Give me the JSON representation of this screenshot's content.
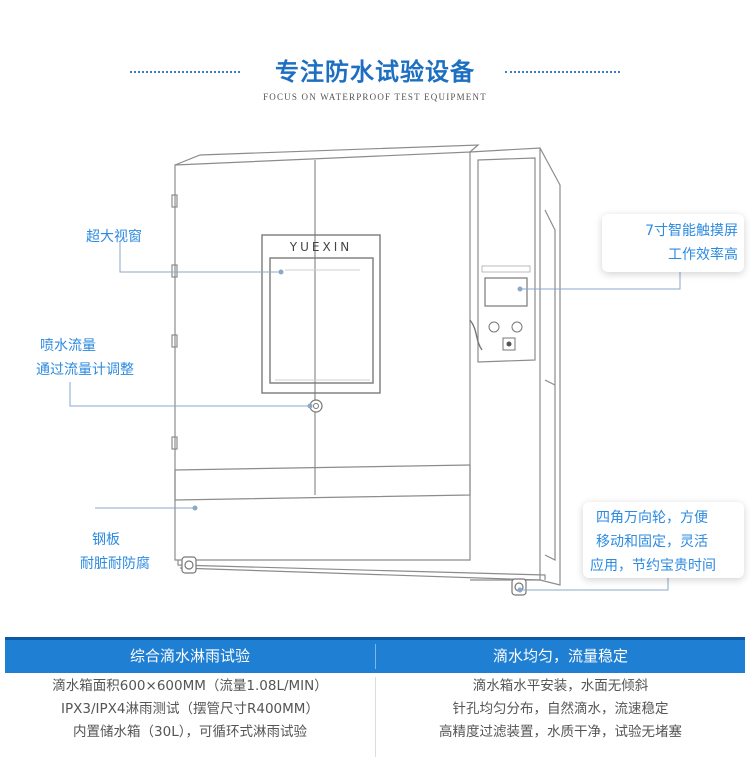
{
  "header": {
    "title": "专注防水试验设备",
    "subtitle": "FOCUS ON WATERPROOF TEST EQUIPMENT"
  },
  "machine": {
    "brand": "YUEXIN"
  },
  "callouts": {
    "window": {
      "line1": "超大视窗"
    },
    "touchscreen": {
      "line1": "7寸智能触摸屏",
      "line2": "工作效率高"
    },
    "flow": {
      "line1": "喷水流量",
      "line2": "通过流量计调整"
    },
    "steel": {
      "line1": "钢板",
      "line2": "耐脏耐防腐"
    },
    "wheels": {
      "line1": "四角万向轮，方便",
      "line2": "移动和固定，灵活",
      "line3": "应用，节约宝贵时间"
    }
  },
  "table": {
    "headers": [
      "综合滴水淋雨试验",
      "滴水均匀，流量稳定"
    ],
    "left_rows": [
      "滴水箱面积600×600MM（流量1.08L/MIN）",
      "IPX3/IPX4淋雨测试（摆管尺寸R400MM）",
      "内置储水箱（30L），可循环式淋雨试验"
    ],
    "right_rows": [
      "滴水箱水平安装，水面无倾斜",
      "针孔均匀分布，自然滴水，流速稳定",
      "高精度过滤装置，水质干净，试验无堵塞"
    ]
  },
  "colors": {
    "accent": "#1d6fc2",
    "label_blue": "#2c8be0",
    "table_header": "#1f7fd2"
  }
}
